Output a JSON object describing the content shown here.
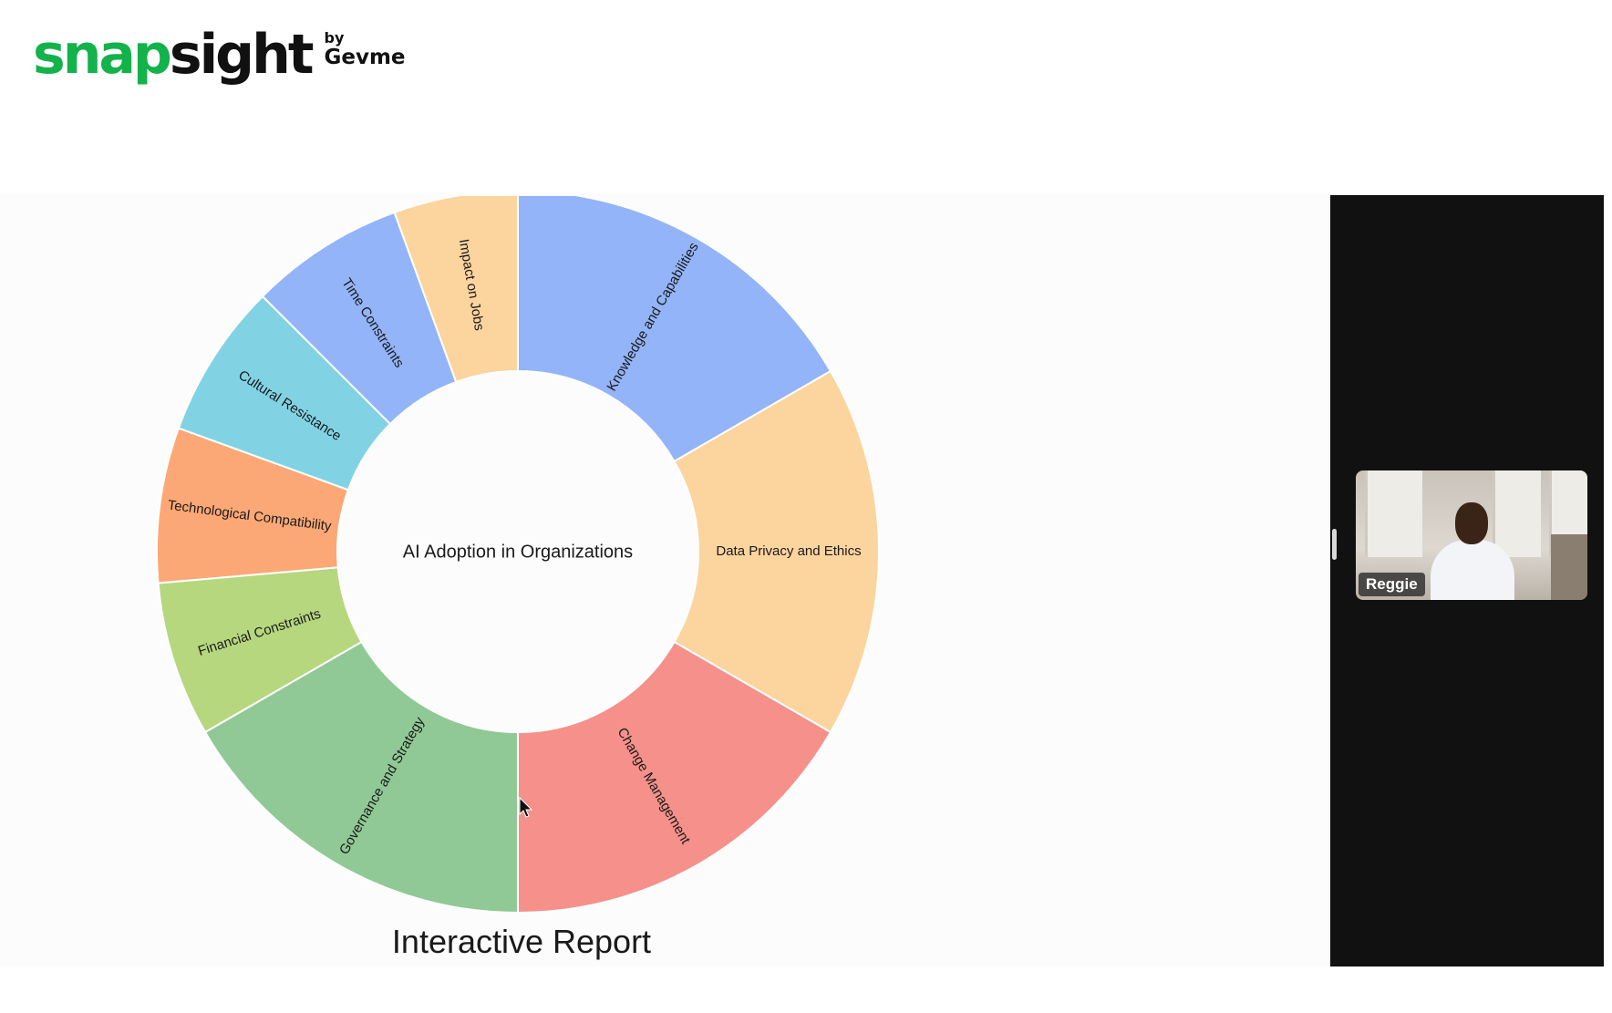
{
  "logo": {
    "brand_part1": "snap",
    "brand_part2": "sight",
    "by": "by",
    "company": "Gevme"
  },
  "report": {
    "title": "Interactive Report"
  },
  "video": {
    "participant_name": "Reggie"
  },
  "icons": {
    "cursor": "mouse-pointer-icon",
    "handle": "drag-handle-icon"
  },
  "colors": {
    "brand_green": "#13b24b",
    "video_bg": "#111111"
  },
  "chart_data": {
    "type": "pie",
    "variant": "donut",
    "center_label": "AI Adoption in Organizations",
    "unit": "degrees",
    "segments": [
      {
        "label": "Knowledge and Capabilities",
        "value": 60,
        "color": "#93b4f8"
      },
      {
        "label": "Data Privacy and Ethics",
        "value": 60,
        "color": "#fcd49e"
      },
      {
        "label": "Change Management",
        "value": 60,
        "color": "#f5918a"
      },
      {
        "label": "Governance and Strategy",
        "value": 60,
        "color": "#90c995"
      },
      {
        "label": "Financial Constraints",
        "value": 25,
        "color": "#b6d77e"
      },
      {
        "label": "Technological Compatibility",
        "value": 25,
        "color": "#fca876"
      },
      {
        "label": "Cultural Resistance",
        "value": 25,
        "color": "#81d3e4"
      },
      {
        "label": "Time Constraints",
        "value": 25,
        "color": "#93b4f8"
      },
      {
        "label": "Impact on Jobs",
        "value": 20,
        "color": "#fcd49e"
      }
    ]
  }
}
